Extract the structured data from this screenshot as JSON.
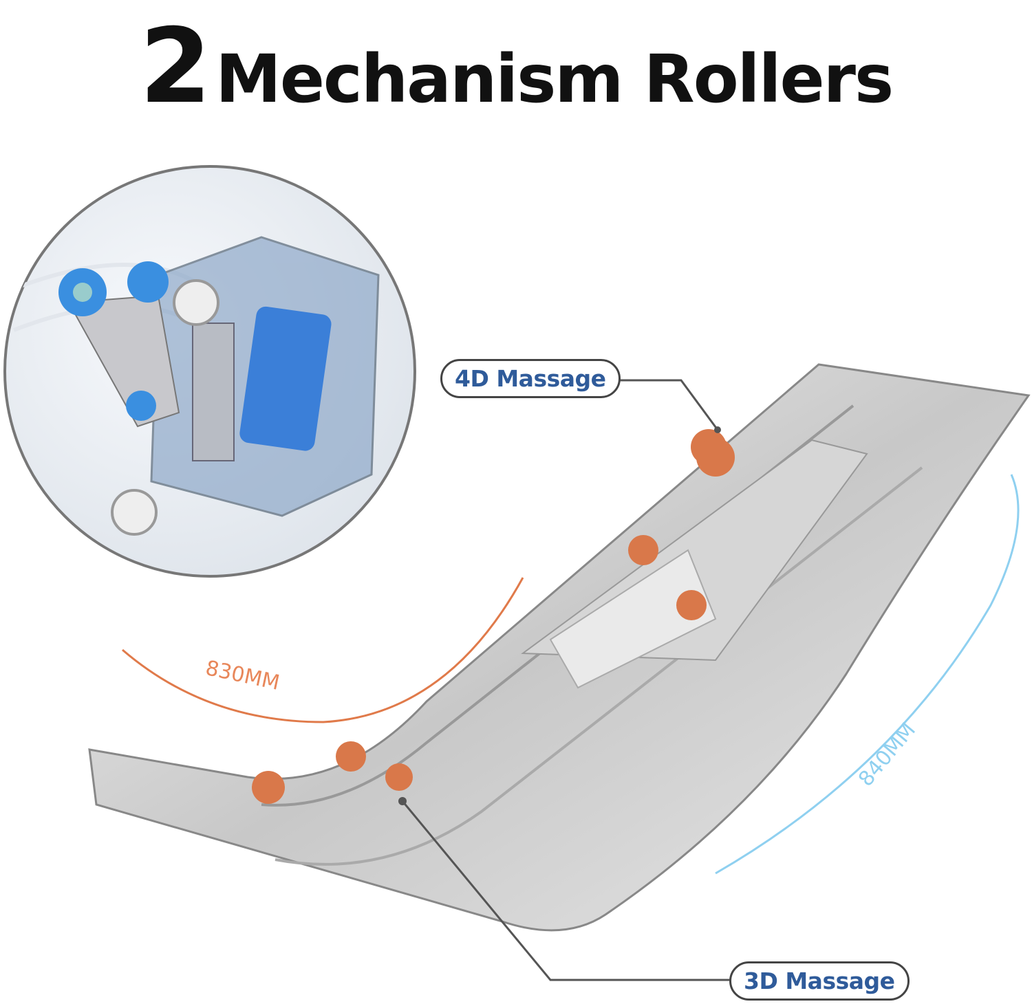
{
  "title": {
    "number": "2",
    "text": "Mechanism Rollers"
  },
  "callouts": {
    "top": "4D Massage",
    "bottom": "3D Massage"
  },
  "dimensions": {
    "curve_length": "830MM",
    "frame_length": "840MM"
  },
  "colors": {
    "callout_text": "#2f5b9a",
    "orange": "#e07a4a",
    "blue": "#6fc4ec",
    "roller_orange": "#d9784a",
    "roller_blue": "#3a8fe0"
  }
}
